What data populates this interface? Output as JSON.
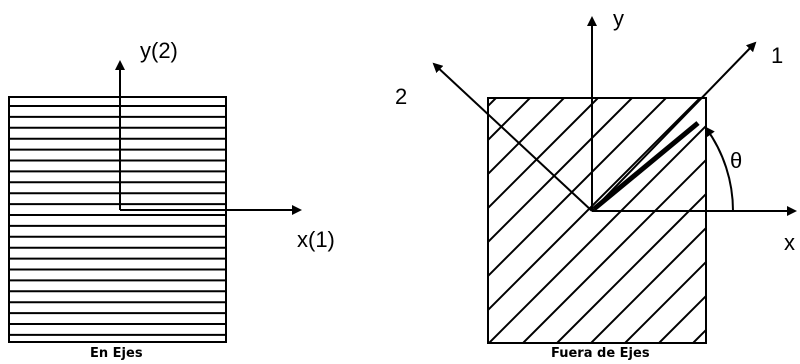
{
  "left_panel": {
    "y_axis_label": "y(2)",
    "x_axis_label": "x(1)",
    "caption": "En Ejes"
  },
  "right_panel": {
    "y_axis_label": "y",
    "x_axis_label": "x",
    "axis_1_label": "1",
    "axis_2_label": "2",
    "angle_label": "θ",
    "caption": "Fuera de Ejes"
  }
}
